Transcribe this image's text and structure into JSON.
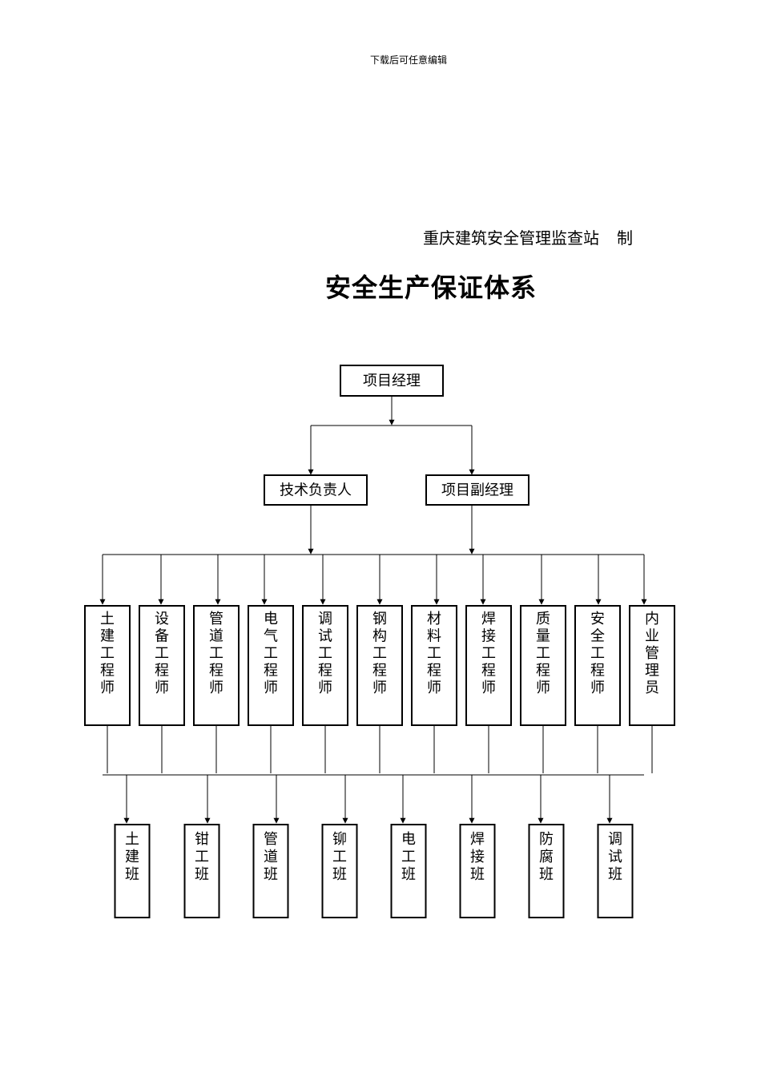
{
  "header": {
    "note": "下载后可任意编辑",
    "issuer": "重庆建筑安全管理监查站",
    "issuer_suffix": "制",
    "title": "安全生产保证体系"
  },
  "org_chart": {
    "top": {
      "label": "项目经理"
    },
    "level2": [
      {
        "label": "技术负责人"
      },
      {
        "label": "项目副经理"
      }
    ],
    "level3": [
      {
        "label": "土建工程师"
      },
      {
        "label": "设备工程师"
      },
      {
        "label": "管道工程师"
      },
      {
        "label": "电气工程师"
      },
      {
        "label": "调试工程师"
      },
      {
        "label": "钢构工程师"
      },
      {
        "label": "材料工程师"
      },
      {
        "label": "焊接工程师"
      },
      {
        "label": "质量工程师"
      },
      {
        "label": "安全工程师"
      },
      {
        "label": "内业管理员"
      }
    ],
    "level4": [
      {
        "label": "土建班"
      },
      {
        "label": "钳工班"
      },
      {
        "label": "管道班"
      },
      {
        "label": "铆工班"
      },
      {
        "label": "电工班"
      },
      {
        "label": "焊接班"
      },
      {
        "label": "防腐班"
      },
      {
        "label": "调试班"
      }
    ]
  }
}
